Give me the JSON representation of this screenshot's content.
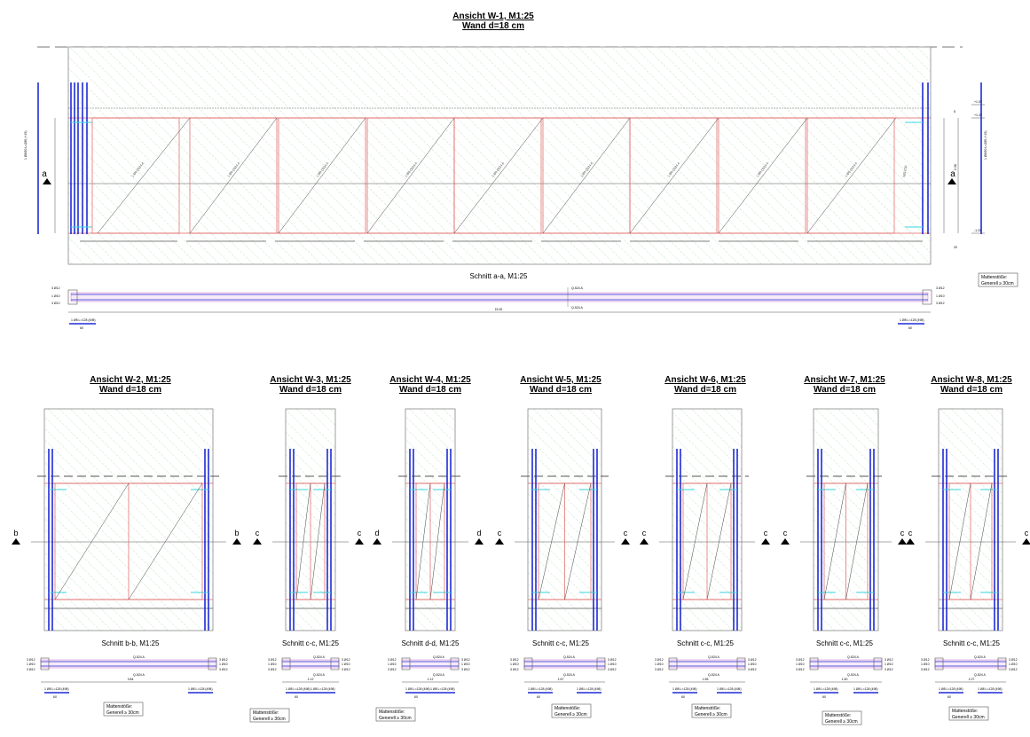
{
  "main_view": {
    "title": "Ansicht W-1, M1:25",
    "subtitle": "Wand d=18 cm",
    "section_marker_left": "a",
    "section_marker_right": "a",
    "section_title": "Schnitt a-a, M1:25",
    "overall_length": "15.92",
    "level_top": "+1.57",
    "level_mid": "+1.37",
    "level_bottom": "-1.31",
    "dim_height": "2.38",
    "dim_top": "5",
    "dim_bottom": "20",
    "mesh_upper": "Q-524 A",
    "mesh_lower": "Q-524 A",
    "bar_left_top": "3 Ø12",
    "bar_left_mid": "1 Ø10",
    "bar_left_bot": "3 Ø12",
    "bar_right_top": "3 Ø12",
    "bar_right_mid": "1 Ø10",
    "bar_right_bot": "3 Ø12",
    "schedule_left": "1 Ø8 L=128 (498)",
    "schedule_right": "1 Ø8 L=128 (498)",
    "schedule_dims": "60",
    "side_label_left": "1 Ø8/20 L=285 (+15)",
    "side_label_right": "1 Ø8/20 L=285 (+15)",
    "panel_label": "1 Ø8 Q524 A",
    "panel_label_2": "3Ø12/30"
  },
  "note_main": {
    "line1": "Mattenstöße:",
    "line2": "Generell ≥ 30cm"
  },
  "small_views": [
    {
      "title": "Ansicht W-2, M1:25",
      "subtitle": "Wand d=18 cm",
      "marker": "b",
      "section_title": "Schnitt b-b, M1:25",
      "dim": "3.84",
      "note_line1": "Mattenstöße:",
      "note_line2": "Generell ≥ 30cm"
    },
    {
      "title": "Ansicht W-3, M1:25",
      "subtitle": "Wand d=18 cm",
      "marker": "c",
      "section_title": "Schnitt c-c, M1:25",
      "dim": "1.12",
      "note_line1": "Mattenstöße:",
      "note_line2": "Generell ≥ 30cm"
    },
    {
      "title": "Ansicht W-4, M1:25",
      "subtitle": "Wand d=18 cm",
      "marker": "d",
      "section_title": "Schnitt d-d, M1:25",
      "dim": "1.12",
      "note_line1": "Mattenstöße:",
      "note_line2": "Generell ≥ 30cm"
    },
    {
      "title": "Ansicht W-5, M1:25",
      "subtitle": "Wand d=18 cm",
      "marker": "c",
      "section_title": "Schnitt c-c, M1:25",
      "dim": "1.67",
      "note_line1": "Mattenstöße:",
      "note_line2": "Generell ≥ 30cm"
    },
    {
      "title": "Ansicht W-6, M1:25",
      "subtitle": "Wand d=18 cm",
      "marker": "c",
      "section_title": "Schnitt c-c, M1:25",
      "dim": "1.56",
      "note_line1": "Mattenstöße:",
      "note_line2": "Generell ≥ 30cm"
    },
    {
      "title": "Ansicht W-7, M1:25",
      "subtitle": "Wand d=18 cm",
      "marker": "c",
      "section_title": "Schnitt c-c, M1:25",
      "dim": "1.50",
      "note_line1": "Mattenstöße:",
      "note_line2": "Generell ≥ 30cm"
    },
    {
      "title": "Ansicht W-8, M1:25",
      "subtitle": "Wand d=18 cm",
      "marker": "c",
      "section_title": "Schnitt c-c, M1:25",
      "dim": "1.07",
      "note_line1": "Mattenstöße:",
      "note_line2": "Generell ≥ 30cm"
    }
  ],
  "colors": {
    "hatch": "#9fd49f",
    "rebar": "#1f2bd6",
    "stirrup": "#e06060",
    "cyan": "#35d6e0",
    "yellow": "#c8c850",
    "magenta": "#d08ad8",
    "line": "#777777"
  }
}
